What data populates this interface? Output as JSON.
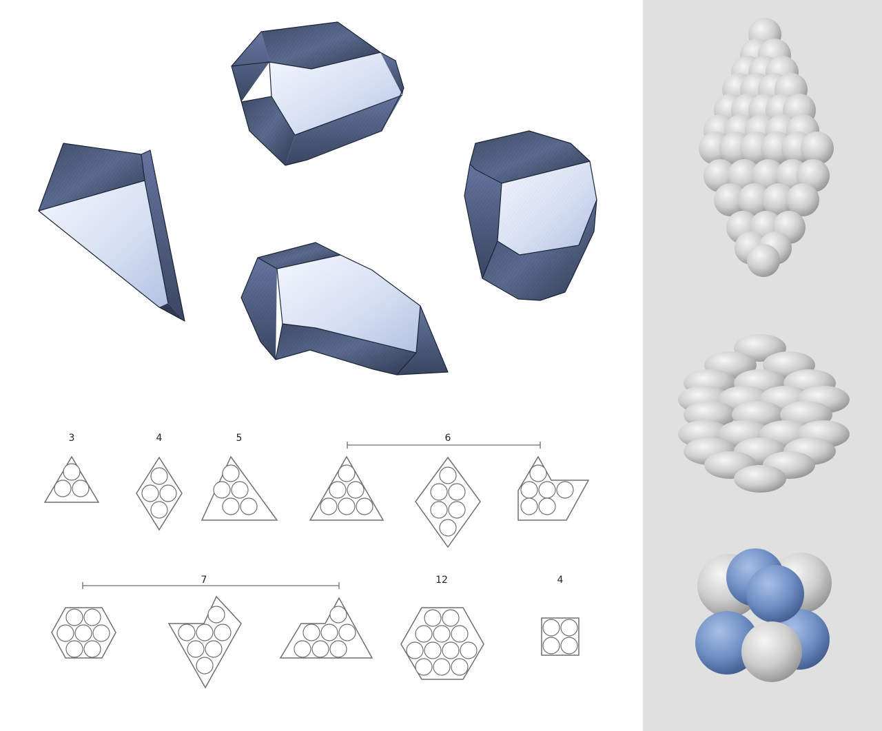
{
  "colors": {
    "background": "#ffffff",
    "side_panel": "#e0e0e0",
    "crystal_dark": "#4f5e7e",
    "crystal_light": "#d9e2f4",
    "outline": "#6e6e6e",
    "sphere_gray": "#c8c8c8",
    "sphere_blue": "#6f8fc4"
  },
  "packing_row_1": {
    "labels": [
      "3",
      "4",
      "5",
      "6"
    ],
    "shapes": [
      {
        "shape": "triangle",
        "circles": 3
      },
      {
        "shape": "rhombus",
        "circles": 4
      },
      {
        "shape": "triangle",
        "circles": 5
      },
      {
        "shape": "triangle",
        "circles": 6
      },
      {
        "shape": "rhombus",
        "circles": 6
      },
      {
        "shape": "parallelogram",
        "circles": 6
      }
    ]
  },
  "packing_row_2": {
    "labels": [
      "7",
      "12",
      "4"
    ],
    "shapes": [
      {
        "shape": "hexagon",
        "circles": 7
      },
      {
        "shape": "rhombus",
        "circles": 7
      },
      {
        "shape": "parallelogram",
        "circles": 7
      },
      {
        "shape": "hexagon",
        "circles": 12
      },
      {
        "shape": "square",
        "circles": 4
      }
    ]
  },
  "crystals": [
    "elongated-crystal",
    "truncated-crystal-top",
    "hexagonal-crystal",
    "pointed-crystal"
  ],
  "sphere_models": [
    "sphere-cluster-bipyramid",
    "ellipsoid-cluster",
    "bicolor-sphere-cluster"
  ]
}
